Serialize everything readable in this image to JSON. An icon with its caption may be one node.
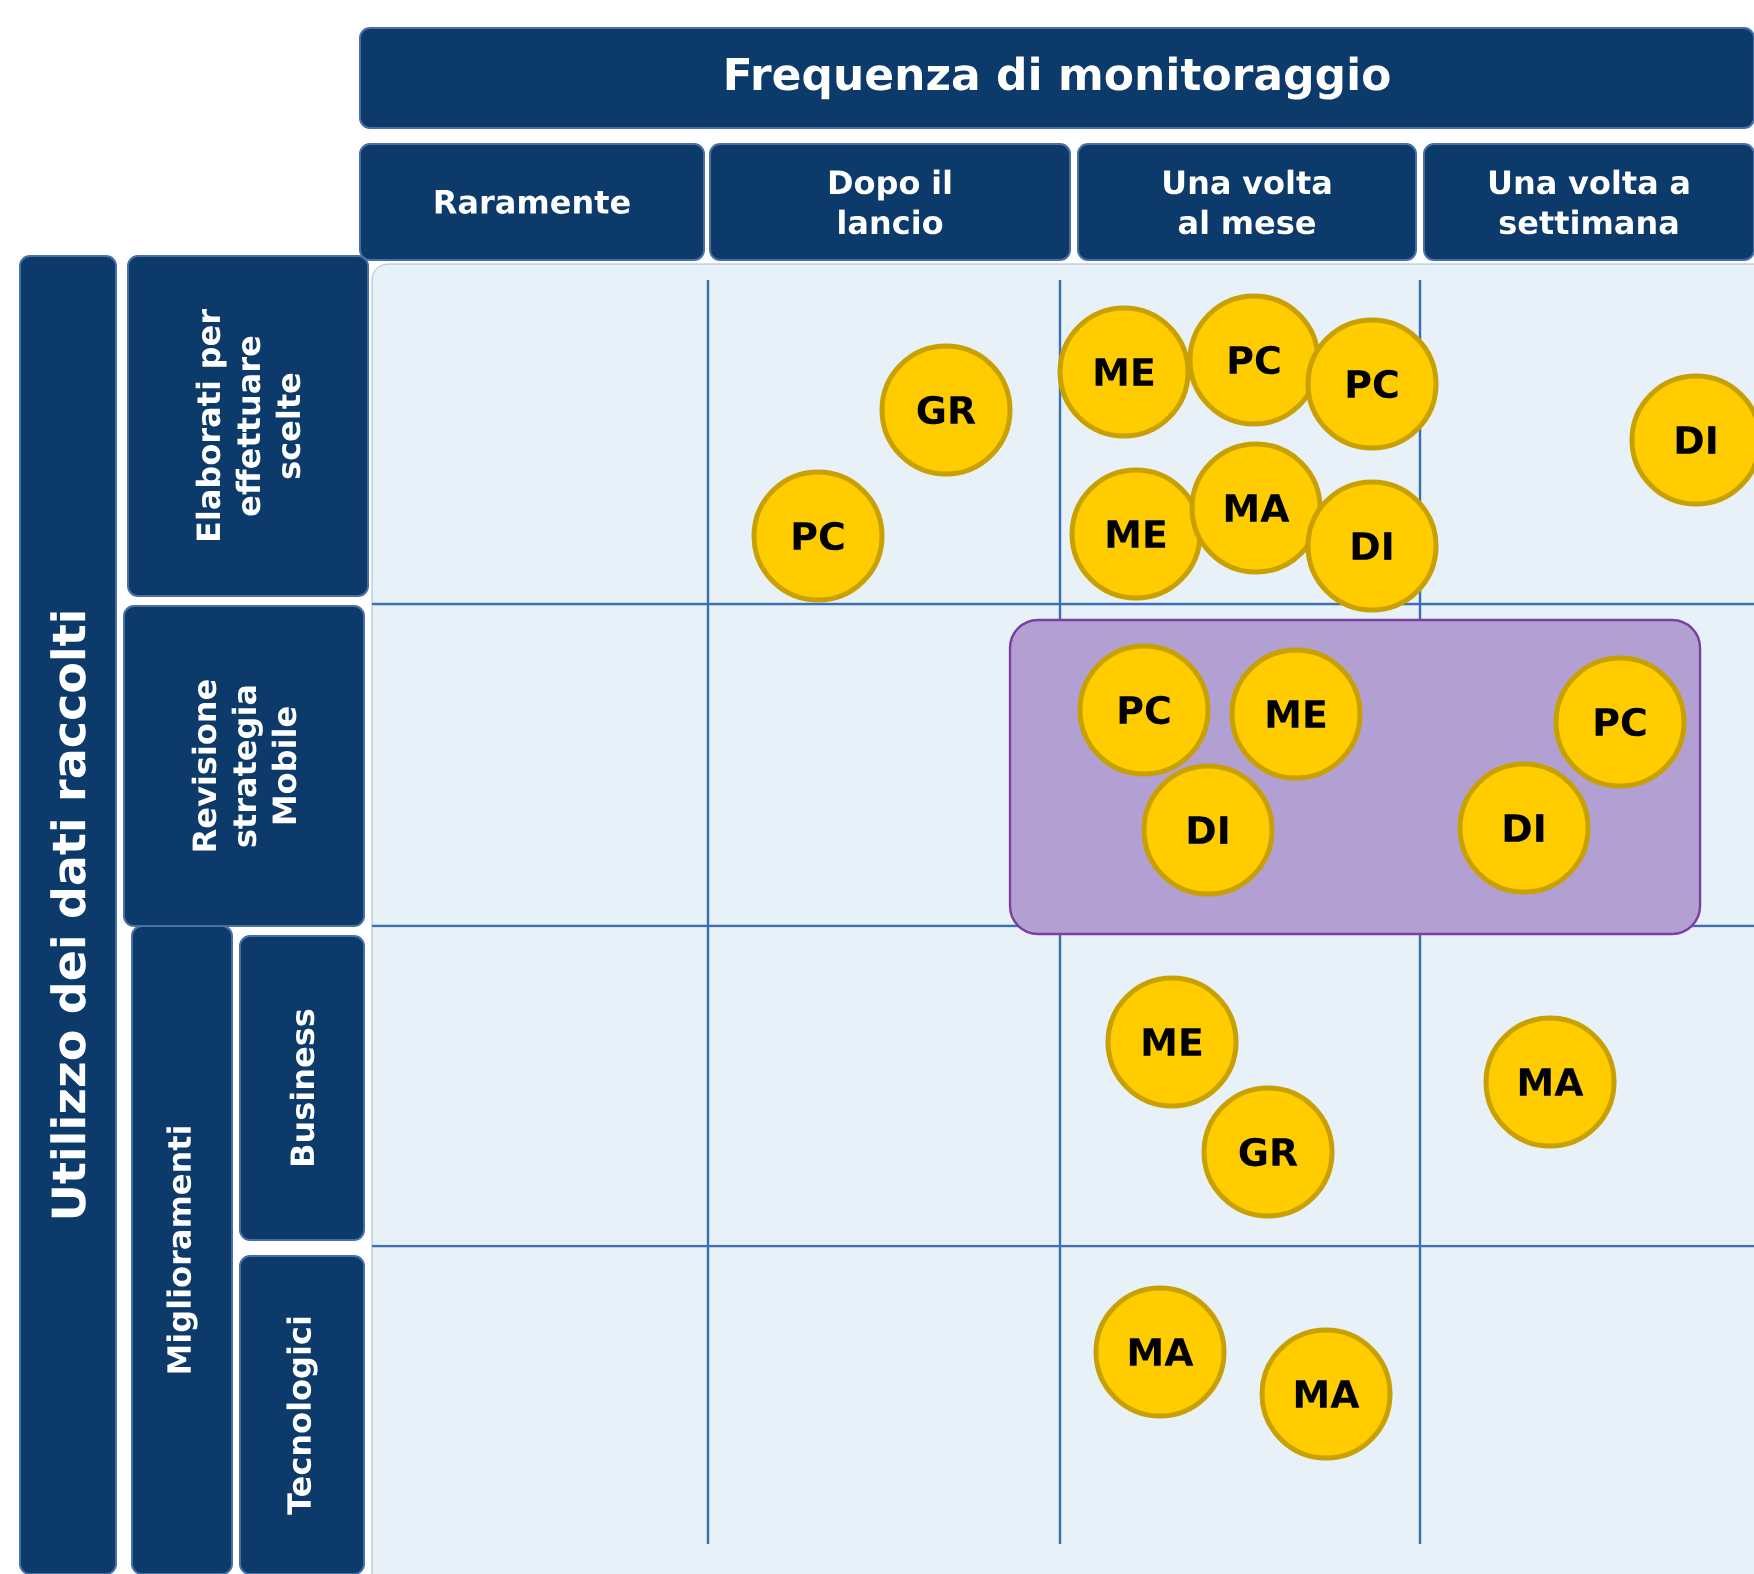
{
  "diagram": {
    "nodes": [
      {
        "text": [
          "Frequenza di monitoraggio"
        ]
      },
      {
        "text": [
          "Raramente"
        ]
      },
      {
        "text": [
          "Dopo il lancio"
        ]
      },
      {
        "text": [
          "Una volta al mese"
        ]
      },
      {
        "text": [
          "Una volta a settimana"
        ]
      },
      {
        "text": [
          "Utilizzo dei dati raccolti"
        ]
      },
      {
        "text": [
          "Elaborati per effettuare scelte"
        ]
      },
      {
        "text": [
          "Revisione strategia Mobile"
        ]
      },
      {
        "text": [
          "Miglioramenti"
        ]
      },
      {
        "text": [
          "Business"
        ]
      },
      {
        "text": [
          "Tecnologici"
        ]
      },
      {
        "text": [
          "GR"
        ]
      },
      {
        "text": [
          "ME"
        ]
      },
      {
        "text": [
          "PC"
        ]
      },
      {
        "text": [
          "PC"
        ]
      },
      {
        "text": [
          "DI"
        ]
      },
      {
        "text": [
          "PC"
        ]
      },
      {
        "text": [
          "ME"
        ]
      },
      {
        "text": [
          "MA"
        ]
      },
      {
        "text": [
          "DI"
        ]
      },
      {
        "text": [],
        "shape": "box"
      },
      {
        "text": [
          "PC"
        ],
        "in": 20
      },
      {
        "text": [
          "ME"
        ],
        "in": 20
      },
      {
        "text": [
          "PC"
        ],
        "in": 20
      },
      {
        "text": [
          "DI"
        ],
        "in": 20
      },
      {
        "text": [
          "DI"
        ],
        "in": 20
      },
      {
        "text": [
          "ME"
        ]
      },
      {
        "text": [
          "MA"
        ]
      },
      {
        "text": [
          "GR"
        ]
      },
      {
        "text": [
          "MA"
        ]
      },
      {
        "text": [
          "MA"
        ]
      }
    ]
  }
}
